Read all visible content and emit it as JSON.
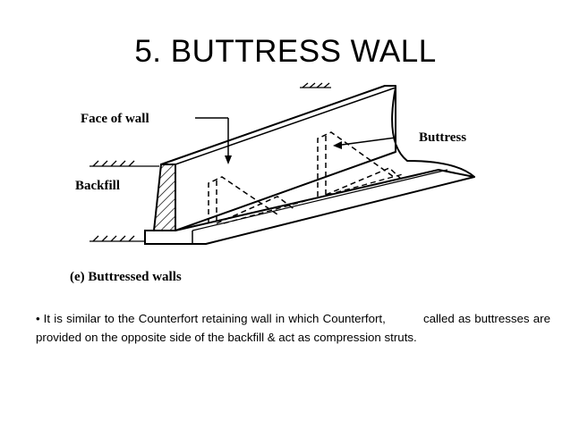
{
  "slide": {
    "title": "5. BUTTRESS WALL"
  },
  "figure": {
    "label_face_of_wall": "Face of wall",
    "label_buttress": "Buttress",
    "label_backfill": "Backfill",
    "caption": "(e) Buttressed walls"
  },
  "body": {
    "bullet_symbol": "•",
    "bullet_text": "It is similar to the Counterfort retaining wall in which Counterfort,          called as buttresses are provided on the opposite side of the backfill & act as compression struts."
  }
}
